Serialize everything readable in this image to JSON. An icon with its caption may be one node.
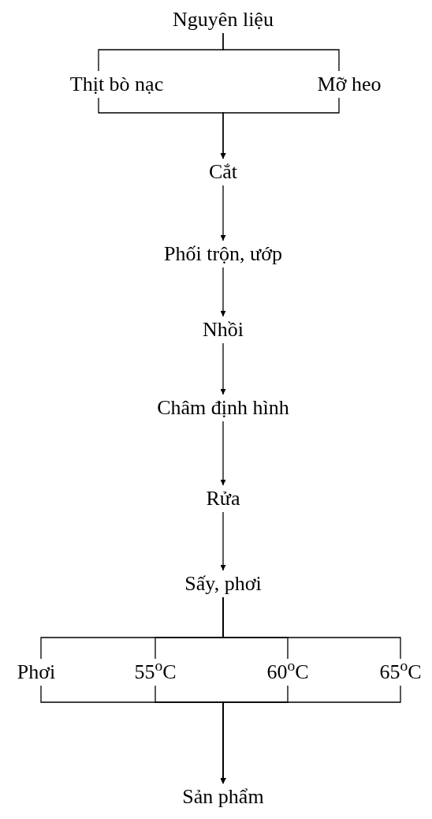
{
  "diagram": {
    "nodes": [
      {
        "text": [
          "Nguyên liệu"
        ]
      },
      {
        "text": [
          "Thịt bò nạc"
        ]
      },
      {
        "text": [
          "Mỡ heo"
        ]
      },
      {
        "text": [
          "Cắt"
        ]
      },
      {
        "text": [
          "Phối trộn, ướp"
        ]
      },
      {
        "text": [
          "Nhồi"
        ]
      },
      {
        "text": [
          "Châm định hình"
        ]
      },
      {
        "text": [
          "Rửa"
        ]
      },
      {
        "text": [
          "Sấy, phơi"
        ]
      },
      {
        "text": [
          "Phơi"
        ]
      },
      {
        "text": [
          "55$^{o}$C"
        ]
      },
      {
        "text": [
          "60$^{o}$C"
        ]
      },
      {
        "text": [
          "65$^{o}$C"
        ]
      },
      {
        "text": [
          "Sản phẩm"
        ]
      }
    ],
    "edges": [
      {
        "from": 0,
        "to": 1,
        "arrow": "none"
      },
      {
        "from": 0,
        "to": 2,
        "arrow": "none"
      },
      {
        "from": 1,
        "to": 3,
        "arrow": "to"
      },
      {
        "from": 2,
        "to": 3,
        "arrow": "to"
      },
      {
        "from": 3,
        "to": 4,
        "arrow": "to"
      },
      {
        "from": 4,
        "to": 5,
        "arrow": "to"
      },
      {
        "from": 5,
        "to": 6,
        "arrow": "to"
      },
      {
        "from": 6,
        "to": 7,
        "arrow": "to"
      },
      {
        "from": 7,
        "to": 8,
        "arrow": "to"
      },
      {
        "from": 8,
        "to": 9,
        "arrow": "none"
      },
      {
        "from": 8,
        "to": 10,
        "arrow": "none"
      },
      {
        "from": 8,
        "to": 11,
        "arrow": "none"
      },
      {
        "from": 8,
        "to": 12,
        "arrow": "none"
      },
      {
        "from": 9,
        "to": 13,
        "arrow": "to"
      },
      {
        "from": 10,
        "to": 13,
        "arrow": "to"
      },
      {
        "from": 11,
        "to": 13,
        "arrow": "to"
      },
      {
        "from": 12,
        "to": 13,
        "arrow": "to"
      }
    ]
  }
}
